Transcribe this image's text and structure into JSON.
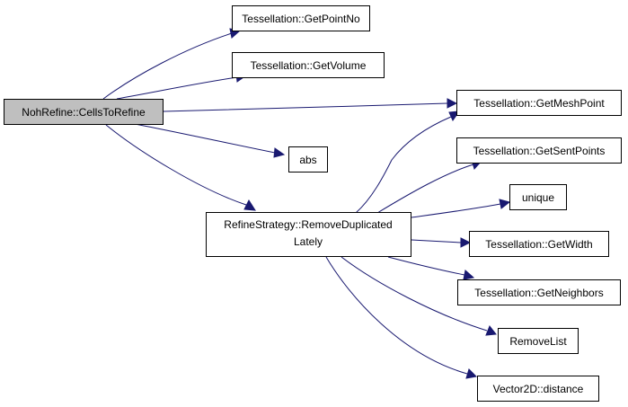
{
  "colors": {
    "edge": "#191970",
    "node_border": "#000000",
    "node_fill": "#ffffff",
    "root_fill": "#bfbfbf"
  },
  "nodes": {
    "cells_to_refine": "NohRefine::CellsToRefine",
    "get_point_no": "Tessellation::GetPointNo",
    "get_volume": "Tessellation::GetVolume",
    "get_mesh_point": "Tessellation::GetMeshPoint",
    "abs": "abs",
    "remove_duplicated_line1": "RefineStrategy::RemoveDuplicated",
    "remove_duplicated_line2": "Lately",
    "get_sent_points": "Tessellation::GetSentPoints",
    "unique": "unique",
    "get_width": "Tessellation::GetWidth",
    "get_neighbors": "Tessellation::GetNeighbors",
    "remove_list": "RemoveList",
    "distance": "Vector2D::distance"
  }
}
